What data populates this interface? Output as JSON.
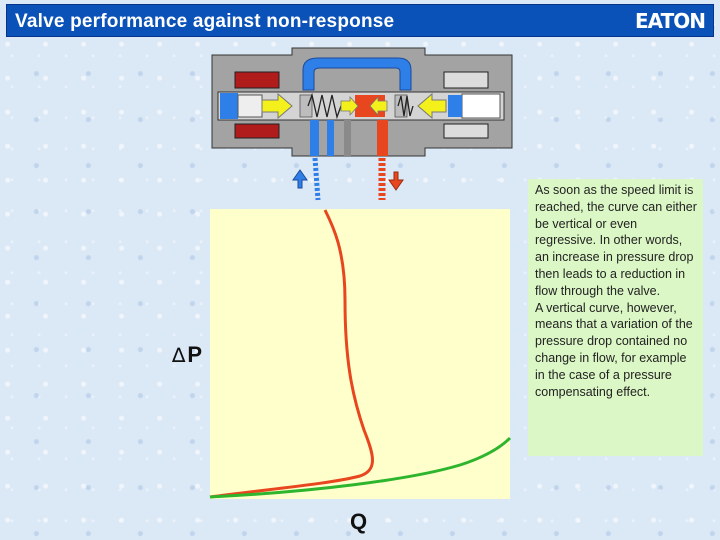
{
  "header": {
    "title": "Valve performance against non-response",
    "logo_text": "EATON"
  },
  "labels": {
    "pressure_symbol": "∆",
    "pressure_letter": "P",
    "flow": "Q"
  },
  "note": {
    "paragraph1": "As soon as the speed limit is reached, the curve can either be vertical or even regressive. In other words, an increase in pressure drop then leads to a reduction in flow through the valve.",
    "paragraph2": "A vertical curve, however, means that a variation of the pressure drop contained no change in flow, for example in the case of a pressure compensating effect."
  },
  "colors": {
    "title_bar": "#0a52b8",
    "curve_regressive": "#e8461e",
    "curve_rising": "#2db52d",
    "flow_blue": "#2f7fe8",
    "flow_red": "#e8461e",
    "arrow_yellow": "#f4f01c",
    "plot_background": "#ffffcc",
    "note_background": "#dcf7c6"
  }
}
